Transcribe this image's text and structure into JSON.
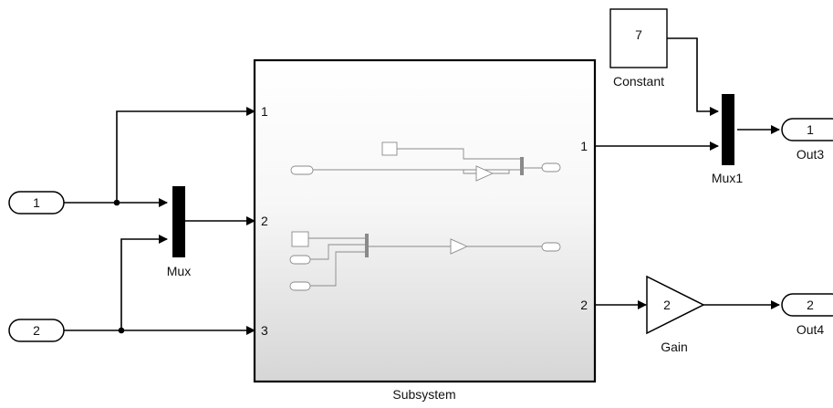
{
  "blocks": {
    "in1": {
      "label": "1"
    },
    "in2": {
      "label": "2"
    },
    "mux": {
      "name": "Mux"
    },
    "mux1": {
      "name": "Mux1"
    },
    "constant": {
      "value": "7",
      "name": "Constant"
    },
    "subsystem": {
      "name": "Subsystem",
      "in_ports": [
        "1",
        "2",
        "3"
      ],
      "out_ports": [
        "1",
        "2"
      ]
    },
    "gain": {
      "value": "2",
      "name": "Gain"
    },
    "out3": {
      "label": "1",
      "name": "Out3"
    },
    "out4": {
      "label": "2",
      "name": "Out4"
    }
  }
}
